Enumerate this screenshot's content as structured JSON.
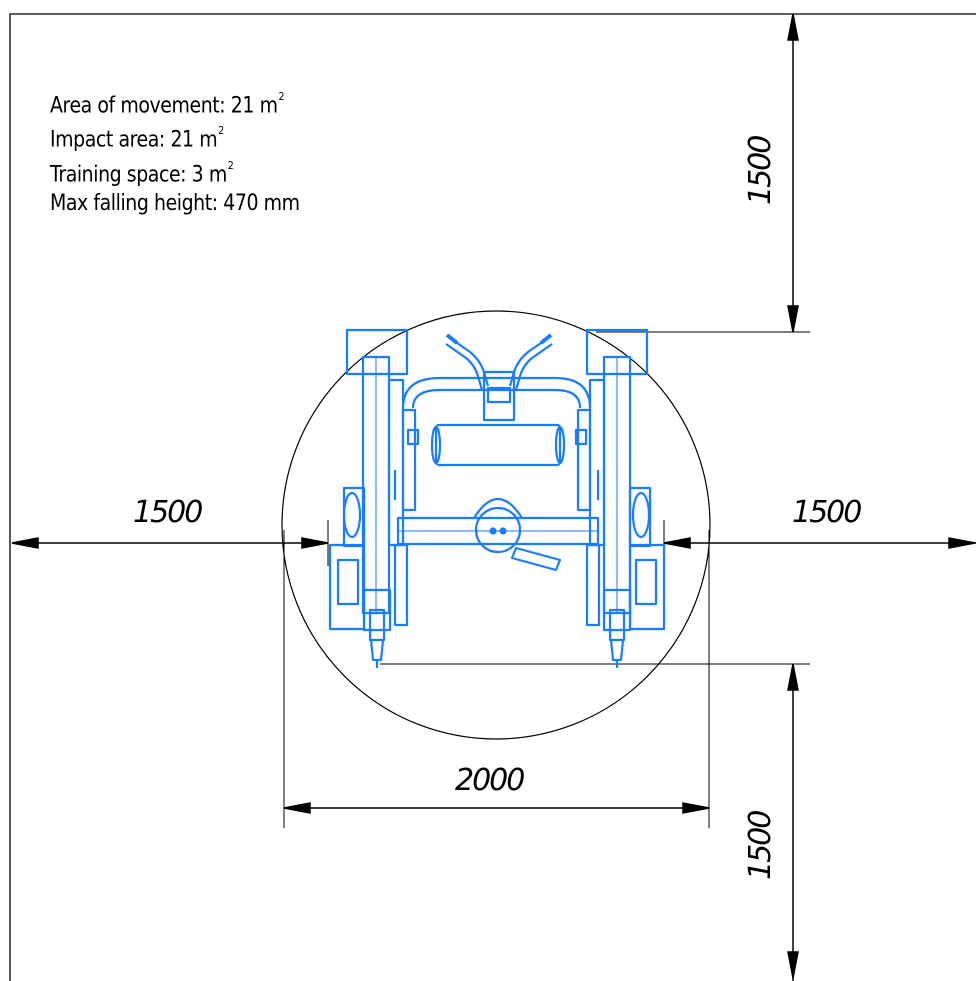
{
  "notes": {
    "area_movement_label": "Area of movement: 21 m",
    "area_movement_exp": "2",
    "impact_area_label": "Impact area: 21 m",
    "impact_area_exp": "2",
    "training_space_label": "Training space: 3 m",
    "training_space_exp": "2",
    "max_falling_height": "Max falling height: 470 mm"
  },
  "dimensions": {
    "top": "1500",
    "left": "1500",
    "right": "1500",
    "bottom": "1500",
    "width": "2000"
  },
  "colors": {
    "equipment": "#1a7cff",
    "lines": "#000000",
    "background": "#ffffff"
  }
}
